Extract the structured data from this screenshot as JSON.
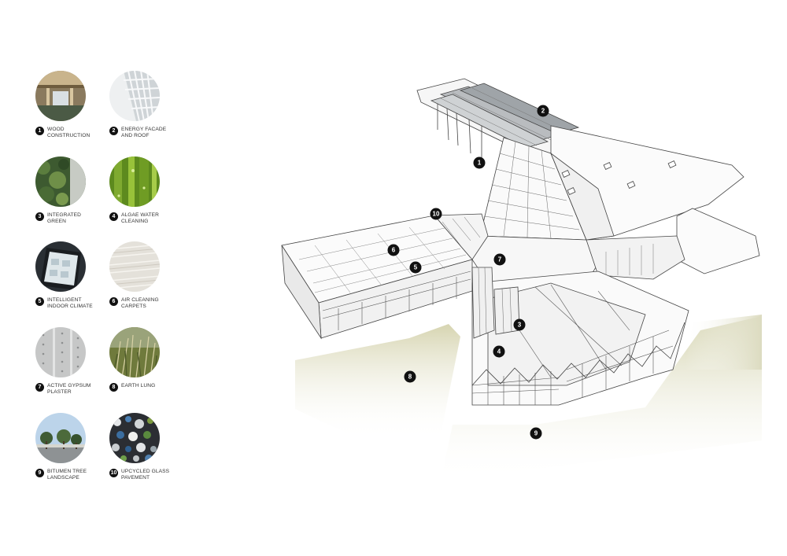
{
  "legend": [
    {
      "num": "1",
      "label": "WOOD\nCONSTRUCTION",
      "thumb": "wood-photo"
    },
    {
      "num": "2",
      "label": "ENERGY FACADE\nAND ROOF",
      "thumb": "facade-photo"
    },
    {
      "num": "3",
      "label": "INTEGRATED\nGREEN",
      "thumb": "green-wall-photo"
    },
    {
      "num": "4",
      "label": "ALGAE WATER\nCLEANING",
      "thumb": "algae-photo"
    },
    {
      "num": "5",
      "label": "INTELLIGENT\nINDOOR CLIMATE",
      "thumb": "tablet-photo"
    },
    {
      "num": "6",
      "label": "AIR CLEANING\nCARPETS",
      "thumb": "carpet-photo"
    },
    {
      "num": "7",
      "label": "ACTIVE GYPSUM\nPLASTER",
      "thumb": "gypsum-photo"
    },
    {
      "num": "8",
      "label": "EARTH LUNG",
      "thumb": "grass-photo"
    },
    {
      "num": "9",
      "label": "BITUMEN TREE\nLANDSCAPE",
      "thumb": "trees-photo"
    },
    {
      "num": "10",
      "label": "UPCYCLED GLASS\nPAVEMENT",
      "thumb": "glass-pebbles-photo"
    }
  ],
  "markers": [
    "1",
    "2",
    "3",
    "4",
    "5",
    "6",
    "7",
    "8",
    "9",
    "10"
  ],
  "colors": {
    "ink": "#111111",
    "line": "#444444",
    "ground": "#d9d8b8",
    "bg": "#ffffff"
  }
}
